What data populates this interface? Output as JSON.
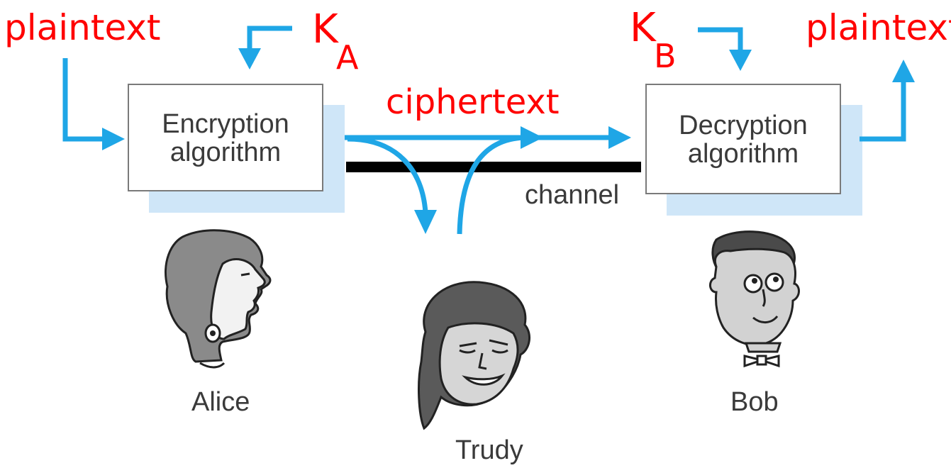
{
  "labels": {
    "plaintext_in": "plaintext",
    "plaintext_out": "plaintext",
    "key_a_main": "K",
    "key_a_sub": "A",
    "key_b_main": "K",
    "key_b_sub": "B",
    "ciphertext": "ciphertext",
    "channel": "channel"
  },
  "boxes": {
    "encryption_line1": "Encryption",
    "encryption_line2": "algorithm",
    "decryption_line1": "Decryption",
    "decryption_line2": "algorithm"
  },
  "people": {
    "alice": "Alice",
    "trudy": "Trudy",
    "bob": "Bob"
  },
  "colors": {
    "label_red": "#ff0000",
    "arrow_blue": "#1fa6e6",
    "box_shadow": "#cfe6f8",
    "channel_black": "#000000",
    "text_gray": "#3a3a3a"
  }
}
